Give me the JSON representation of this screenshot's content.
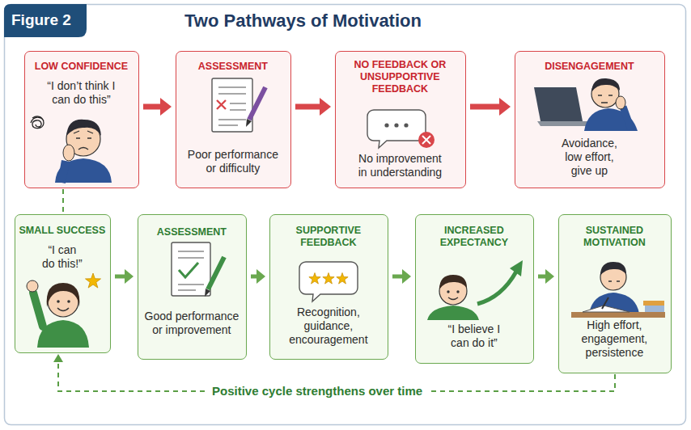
{
  "diagram": {
    "title": "Two Pathways of Motivation",
    "nodes": [
      {
        "text": [
          "LOW CONFIDENCE",
          "“I don’t think I can do this”"
        ]
      },
      {
        "text": [
          "ASSESSMENT",
          "Poor performance or difficulty"
        ]
      },
      {
        "text": [
          "NO FEEDBACK OR UNSUPPORTIVE FEEDBACK",
          "No improvement in understanding"
        ]
      },
      {
        "text": [
          "DISENGAGEMENT",
          "Avoidance, low effort, give up"
        ]
      },
      {
        "text": [
          "SMALL SUCCESS",
          "“I can do this!”"
        ]
      },
      {
        "text": [
          "ASSESSMENT",
          "Good performance or improvement"
        ]
      },
      {
        "text": [
          "SUPPORTIVE FEEDBACK",
          "Recognition, guidance, encouragement"
        ]
      },
      {
        "text": [
          "INCREASED EXPECTANCY",
          "“I believe I can do it”"
        ]
      },
      {
        "text": [
          "SUSTAINED MOTIVATION",
          "High effort, engagement, persistence"
        ]
      }
    ],
    "edges": [
      {
        "from": 0,
        "to": 1,
        "arrow": "to"
      },
      {
        "from": 1,
        "to": 2,
        "arrow": "to"
      },
      {
        "from": 2,
        "to": 3,
        "arrow": "to"
      },
      {
        "from": 0,
        "to": 4,
        "arrow": "none"
      },
      {
        "from": 4,
        "to": 5,
        "arrow": "to"
      },
      {
        "from": 5,
        "to": 6,
        "arrow": "to"
      },
      {
        "from": 6,
        "to": 7,
        "arrow": "to"
      },
      {
        "from": 7,
        "to": 8,
        "arrow": "to"
      },
      {
        "from": 8,
        "to": 4,
        "label": "Positive cycle strengthens over time",
        "arrow": "to"
      }
    ],
    "labels": [
      "Figure 2"
    ]
  }
}
